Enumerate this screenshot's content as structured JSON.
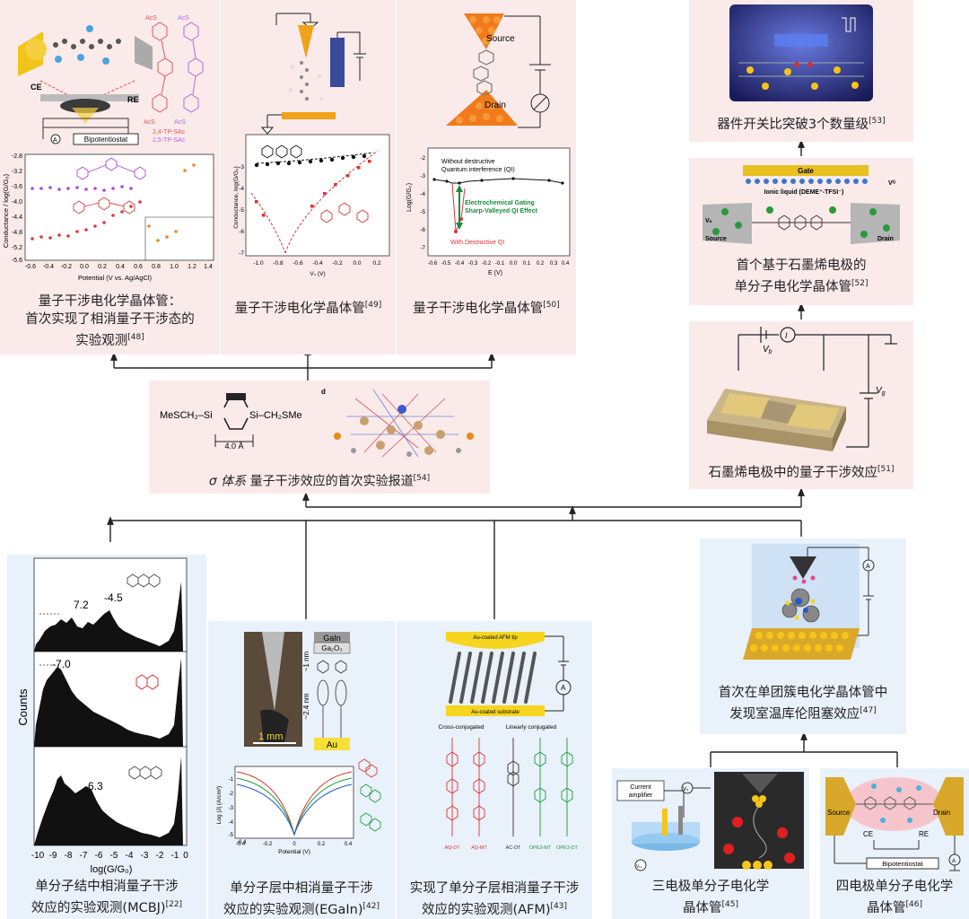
{
  "top_left": {
    "caption_line1": "量子干涉电化学晶体管：",
    "caption_line2": "首次实现了相消量子干涉态的",
    "caption_line3": "实验观测",
    "ref": "[48]",
    "labels": {
      "ce": "CE",
      "re": "RE",
      "bipotentiostat": "Bipotentiostat",
      "ammeter": "A",
      "mol1": "2,4-TP-SAc",
      "mol2": "2,5-TP-SAc",
      "acs": "AcS"
    },
    "ylabel": "Conductance / log(G/G₀)",
    "xlabel": "Potential (V vs. Ag/AgCl)",
    "yticks": [
      "-2.8",
      "-3.2",
      "-3.6",
      "-4.0",
      "-4.4",
      "-4.8",
      "-5.2",
      "-5.6"
    ],
    "xticks": [
      "-0.6",
      "-0.4",
      "-0.2",
      "0.0",
      "0.2",
      "0.4",
      "0.6",
      "0.8",
      "1.0",
      "1.2",
      "1.4"
    ]
  },
  "top_mid": {
    "caption": "量子干涉电化学晶体管",
    "ref": "[49]",
    "xlabel": "Vₛ (V)",
    "ylabel": "Conductance, log(G/G₀)",
    "xticks": [
      "-1.0",
      "-0.8",
      "-0.6",
      "-0.4",
      "-0.2",
      "0.0",
      "0.2"
    ],
    "yticks": [
      "-3",
      "-4",
      "-5",
      "-6",
      "-7"
    ]
  },
  "top_right": {
    "caption": "量子干涉电化学晶体管",
    "ref": "[50]",
    "source": "Source",
    "drain": "Drain",
    "legend1": "Without destructive",
    "legend2": "Quantum interference (QI)",
    "gating1": "Electrochemical Gating",
    "gating2": "Sharp-Valleyed QI Effect",
    "destructive": "With Destructive QI",
    "ylabel": "Log(G/G₀)",
    "xlabel": "E (V)",
    "xticks": [
      "-0.6",
      "-0.5",
      "-0.4",
      "-0.3",
      "-0.2",
      "-0.1",
      "0.0",
      "0.1",
      "0.2",
      "0.3",
      "0.4"
    ],
    "yticks": [
      "-2",
      "-3",
      "-4",
      "-5",
      "-6",
      "-7"
    ]
  },
  "r1": {
    "caption": "器件开关比突破3个数量级",
    "ref": "[53]"
  },
  "r2": {
    "caption_line1": "首个基于石墨烯电极的",
    "caption_line2": "单分子电化学晶体管",
    "ref": "[52]",
    "gate": "Gate",
    "ionic": "Ionic liquid (DEME⁺-TFSI⁻)",
    "source": "Source",
    "drain": "Drain",
    "vg": "Vᴳ",
    "vs": "Vₛ"
  },
  "r3": {
    "caption": "石墨烯电极中的量子干涉效应",
    "ref": "[51]",
    "vb": "V",
    "vb_sub": "b",
    "vg": "V",
    "vg_sub": "g",
    "current": "I"
  },
  "sigma": {
    "caption_prefix": "σ 体系 ",
    "caption": "量子干涉效应的首次实验报道",
    "ref": "[54]",
    "left": "MeSCH₂–Si",
    "right": "Si–CH₂SMe",
    "dist": "4.0 Å",
    "panel_d": "d"
  },
  "mcbj": {
    "caption_line1": "单分子结中相消量子干涉",
    "caption_line2": "效应的实验观测(MCBJ)",
    "ref": "[22]",
    "peaks": [
      "7.2",
      "-4.5",
      "-7.0",
      "-6.3"
    ],
    "ylabel": "Counts",
    "xlabel": "log(G/G₀)",
    "xticks": [
      "-10",
      "-9",
      "-8",
      "-7",
      "-6",
      "-5",
      "-4",
      "-3",
      "-2",
      "-1",
      "0"
    ]
  },
  "egain": {
    "caption_line1": "单分子层中相消量子干涉",
    "caption_line2": "效应的实验观测(EGaIn)",
    "ref": "[42]",
    "gain": "GaIn",
    "ga2o3": "Ga₂O₃",
    "au": "Au",
    "d1": "~1 nm",
    "d2": "~2.4 nm",
    "scale": "1 mm",
    "ylabel": "Log |J| (A/cm²)",
    "xlabel": "Potential (V)",
    "xticks": [
      "-0.4",
      "-0.2",
      "0",
      "0.2",
      "0.4"
    ],
    "yticks": [
      "-1",
      "-2",
      "-3",
      "-4",
      "-5"
    ],
    "marker": "-0.4"
  },
  "afm": {
    "caption_line1": "实现了单分子层相消量子干涉",
    "caption_line2": "效应的实验观测(AFM)",
    "ref": "[43]",
    "tip": "Au-coated AFM tip",
    "substrate": "Au-coated substrate",
    "cross": "Cross-conjugated",
    "linear": "Linearly conjugated",
    "mols": [
      "AQ-DT",
      "AQ-MT",
      "AC-DT",
      "OPE3-MT",
      "OPE3-DT"
    ]
  },
  "cluster": {
    "caption_line1": "首次在单团簇电化学晶体管中",
    "caption_line2": "发现室温库伦阻塞效应",
    "ref": "[47]"
  },
  "three": {
    "caption_line1": "三电极单分子电化学",
    "caption_line2": "晶体管",
    "ref": "[45]",
    "amp1": "Current",
    "amp2": "amplifier",
    "vs": "Vₛ",
    "vts": "Vₜₛ"
  },
  "four": {
    "caption_line1": "四电极单分子电化学",
    "caption_line2": "晶体管",
    "ref": "[46]",
    "source": "Source",
    "drain": "Drain",
    "ce": "CE",
    "re": "RE",
    "bipot": "Bipotentiostat",
    "ammeter": "A"
  }
}
